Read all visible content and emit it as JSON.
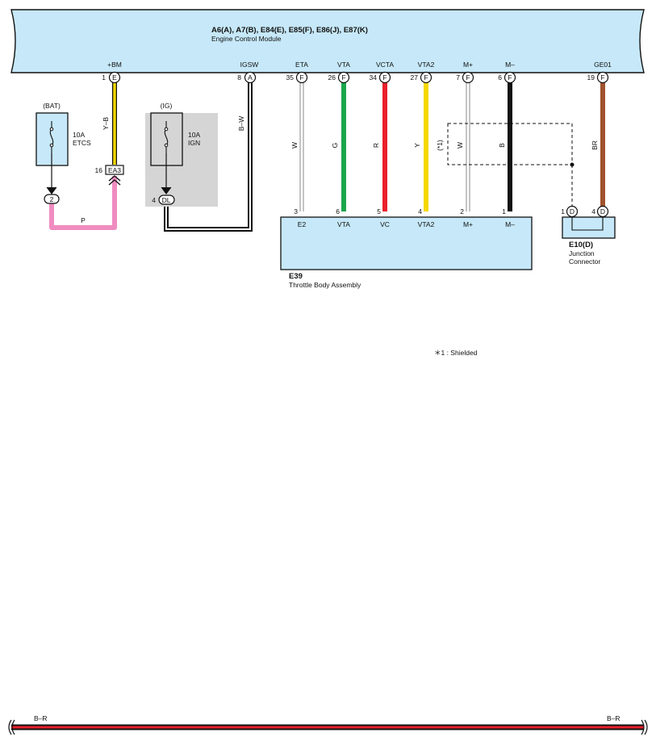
{
  "ecm": {
    "connectors": "A6(A), A7(B), E84(E), E85(F), E86(J), E87(K)",
    "name": "Engine Control Module",
    "pins": [
      {
        "signal": "+BM",
        "pin": "1",
        "conn": "E"
      },
      {
        "signal": "IGSW",
        "pin": "8",
        "conn": "A"
      },
      {
        "signal": "ETA",
        "pin": "35",
        "conn": "F"
      },
      {
        "signal": "VTA",
        "pin": "26",
        "conn": "F"
      },
      {
        "signal": "VCTA",
        "pin": "34",
        "conn": "F"
      },
      {
        "signal": "VTA2",
        "pin": "27",
        "conn": "F"
      },
      {
        "signal": "M+",
        "pin": "7",
        "conn": "F"
      },
      {
        "signal": "M–",
        "pin": "6",
        "conn": "F"
      },
      {
        "signal": "GE01",
        "pin": "19",
        "conn": "F"
      }
    ]
  },
  "fuses": [
    {
      "source": "(BAT)",
      "rating": "10A",
      "name": "ETCS"
    },
    {
      "source": "(IG)",
      "rating": "10A",
      "name": "IGN"
    }
  ],
  "junctions": {
    "ea3": {
      "pin": "16",
      "label": "EA3"
    },
    "bat_node": "2",
    "dl": {
      "pin": "4",
      "label": "DL"
    }
  },
  "wires": {
    "plus_bm": {
      "color_code": "Y–B",
      "colors": [
        "#f5d800",
        "#111111"
      ]
    },
    "igsw": {
      "color_code": "B–W",
      "colors": [
        "#111111",
        "#ffffff"
      ]
    },
    "p": {
      "color_code": "P",
      "colors": [
        "#f08cc0"
      ]
    },
    "eta": {
      "color_code": "W",
      "colors": [
        "#ffffff"
      ]
    },
    "vta": {
      "color_code": "G",
      "colors": [
        "#1aa64a"
      ]
    },
    "vcta": {
      "color_code": "R",
      "colors": [
        "#e8202a"
      ]
    },
    "vta2": {
      "color_code": "Y",
      "colors": [
        "#f5d800"
      ]
    },
    "mplus": {
      "color_code": "W",
      "colors": [
        "#ffffff"
      ]
    },
    "mminus": {
      "color_code": "B",
      "colors": [
        "#111111"
      ]
    },
    "ge01": {
      "color_code": "BR",
      "colors": [
        "#a0522d"
      ]
    },
    "shield_note": "(*1)"
  },
  "throttle": {
    "code": "E39",
    "name": "Throttle Body Assembly",
    "pins": [
      {
        "pin": "3",
        "signal": "E2"
      },
      {
        "pin": "6",
        "signal": "VTA"
      },
      {
        "pin": "5",
        "signal": "VC"
      },
      {
        "pin": "4",
        "signal": "VTA2"
      },
      {
        "pin": "2",
        "signal": "M+"
      },
      {
        "pin": "1",
        "signal": "M–"
      }
    ]
  },
  "junction_connector": {
    "code": "E10(D)",
    "name_line1": "Junction",
    "name_line2": "Connector",
    "pins": [
      {
        "pin": "1",
        "conn": "D"
      },
      {
        "pin": "4",
        "conn": "D"
      }
    ]
  },
  "legend": {
    "note": "＊1 : Shielded"
  },
  "bottom_bus": {
    "left_label": "B–R",
    "right_label": "B–R",
    "colors": [
      "#111111",
      "#e8202a"
    ]
  },
  "colors": {
    "ecm_fill": "#c6e8f8",
    "shade": "#d5d5d5",
    "outline": "#111111"
  }
}
